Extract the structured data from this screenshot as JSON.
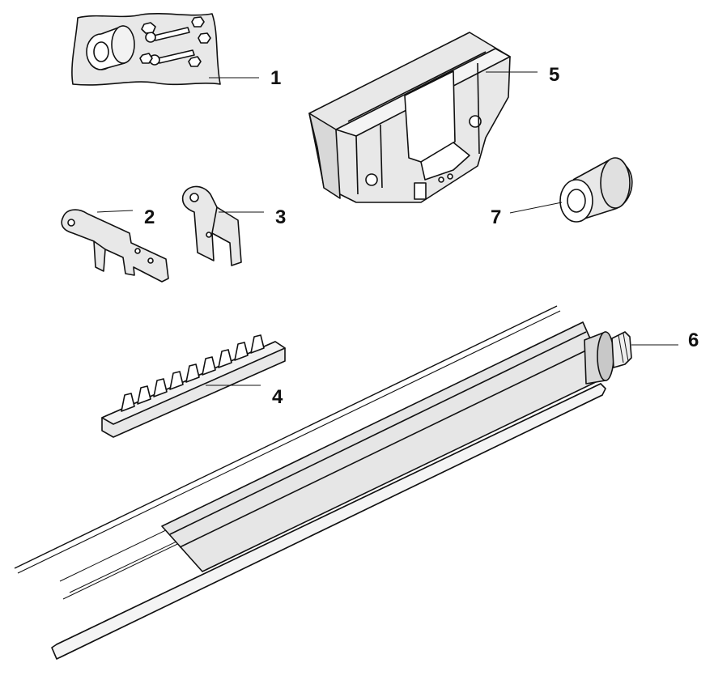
{
  "diagram": {
    "parts": [
      {
        "id": "part-1",
        "label": "1"
      },
      {
        "id": "part-2",
        "label": "2"
      },
      {
        "id": "part-3",
        "label": "3"
      },
      {
        "id": "part-4",
        "label": "4"
      },
      {
        "id": "part-5",
        "label": "5"
      },
      {
        "id": "part-6",
        "label": "6"
      },
      {
        "id": "part-7",
        "label": "7"
      }
    ],
    "colors": {
      "ink": "#111111",
      "light_gray": "#e8e8e8",
      "mid_gray": "#d0d0d0",
      "paper": "#ffffff"
    }
  }
}
